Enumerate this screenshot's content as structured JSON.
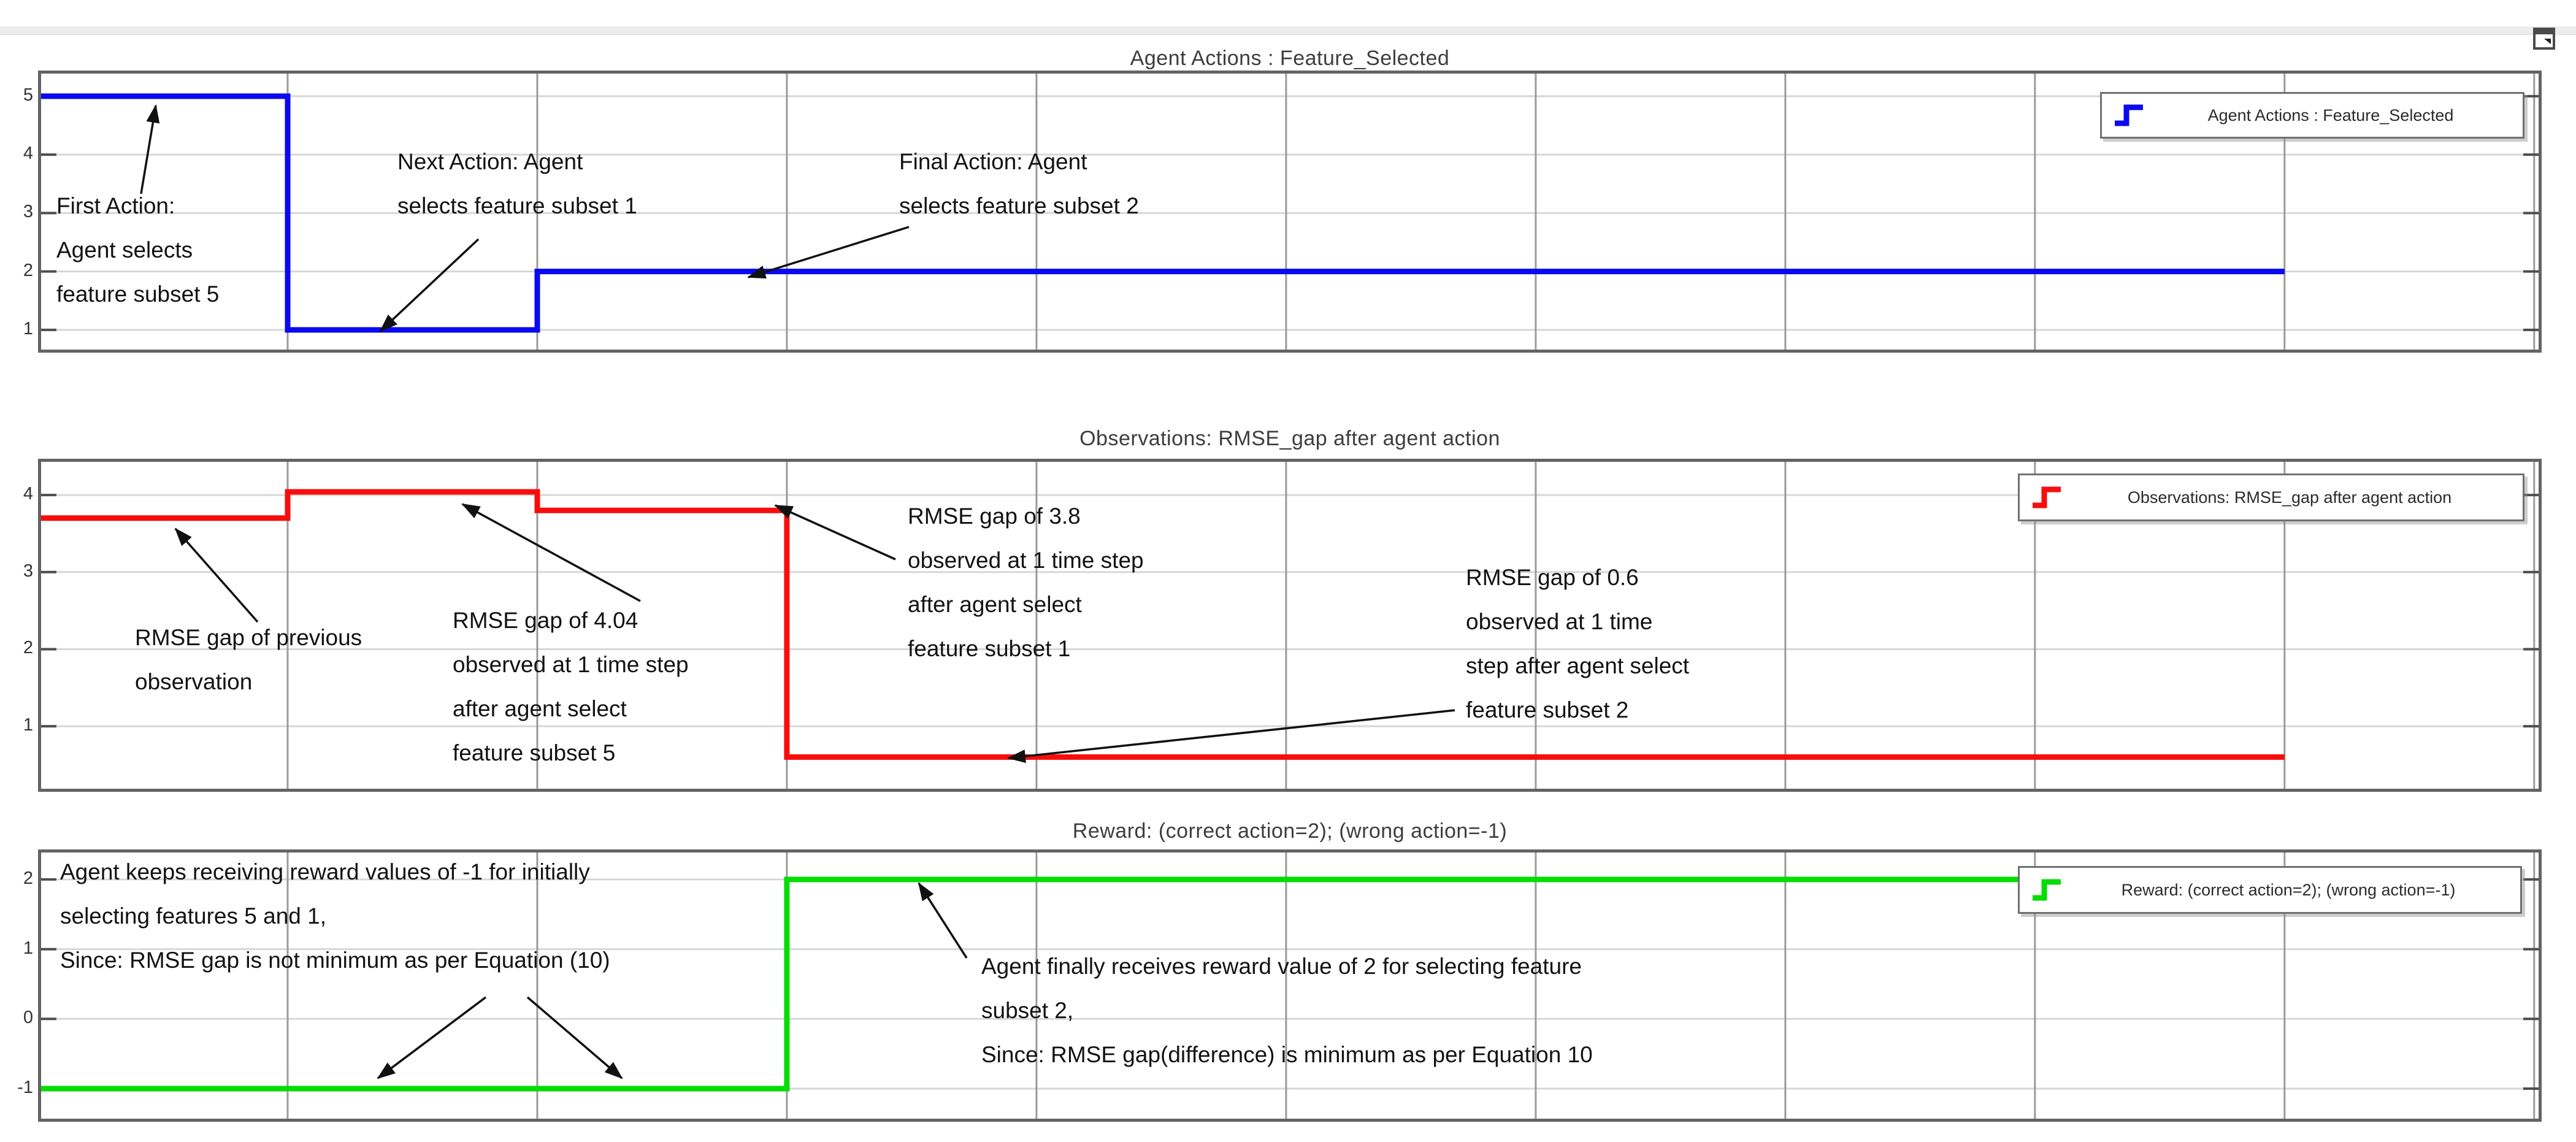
{
  "chart_data": [
    {
      "type": "line",
      "line_style": "step",
      "title": "Agent Actions : Feature_Selected",
      "legend_label": "Agent Actions : Feature_Selected",
      "legend_position": "top-right",
      "series_color": "#0a0af0",
      "x_breaks": [
        0,
        1,
        2,
        9
      ],
      "y_levels": [
        5,
        1,
        2
      ],
      "yticks": [
        5,
        4,
        3,
        2,
        1
      ],
      "ylim": [
        0.61,
        5.44
      ],
      "xlim": [
        0,
        10.03
      ],
      "x_gridlines": [
        1,
        2,
        3,
        4,
        5,
        6,
        7,
        8,
        9,
        10
      ],
      "grid": true,
      "annotations": [
        {
          "text": "First Action:\nAgent selects\nfeature subset 5"
        },
        {
          "text": "Next Action: Agent\nselects feature subset 1"
        },
        {
          "text": "Final Action: Agent\nselects feature subset 2"
        }
      ]
    },
    {
      "type": "line",
      "line_style": "step",
      "title": "Observations: RMSE_gap after agent action",
      "legend_label": "Observations: RMSE_gap after agent action",
      "legend_position": "top-right",
      "series_color": "#f80d0d",
      "x_breaks": [
        0,
        1,
        2,
        3,
        9
      ],
      "y_levels": [
        3.7,
        4.04,
        3.8,
        0.6
      ],
      "yticks": [
        4,
        3,
        2,
        1
      ],
      "ylim": [
        0.15,
        4.47
      ],
      "xlim": [
        0,
        10.03
      ],
      "x_gridlines": [
        1,
        2,
        3,
        4,
        5,
        6,
        7,
        8,
        9,
        10
      ],
      "grid": true,
      "annotations": [
        {
          "text": "RMSE gap of previous\nobservation"
        },
        {
          "text": "RMSE gap of 4.04\nobserved at 1 time step\nafter agent select\nfeature subset 5"
        },
        {
          "text": "RMSE gap of 3.8\nobserved at 1 time step\nafter agent select\nfeature subset 1"
        },
        {
          "text": "RMSE gap of 0.6\nobserved at 1 time\nstep after agent select\nfeature subset 2"
        }
      ]
    },
    {
      "type": "line",
      "line_style": "step",
      "title": "Reward: (correct action=2); (wrong action=-1)",
      "legend_label": "Reward: (correct action=2); (wrong action=-1)",
      "legend_position": "top-right",
      "series_color": "#05dd05",
      "x_breaks": [
        0,
        3,
        9
      ],
      "y_levels": [
        -1,
        2
      ],
      "yticks": [
        2,
        1,
        0,
        -1
      ],
      "ylim": [
        -1.475,
        2.43
      ],
      "xlim": [
        0,
        10.03
      ],
      "x_gridlines": [
        1,
        2,
        3,
        4,
        5,
        6,
        7,
        8,
        9,
        10
      ],
      "grid": true,
      "annotations": [
        {
          "text": "Agent keeps receiving reward values of -1 for initially\nselecting features 5 and 1,\nSince: RMSE gap is not minimum as per Equation (10)"
        },
        {
          "text": "Agent finally receives reward value of 2 for selecting feature\nsubset 2,\nSince: RMSE gap(difference) is minimum as per Equation 10"
        }
      ]
    }
  ]
}
